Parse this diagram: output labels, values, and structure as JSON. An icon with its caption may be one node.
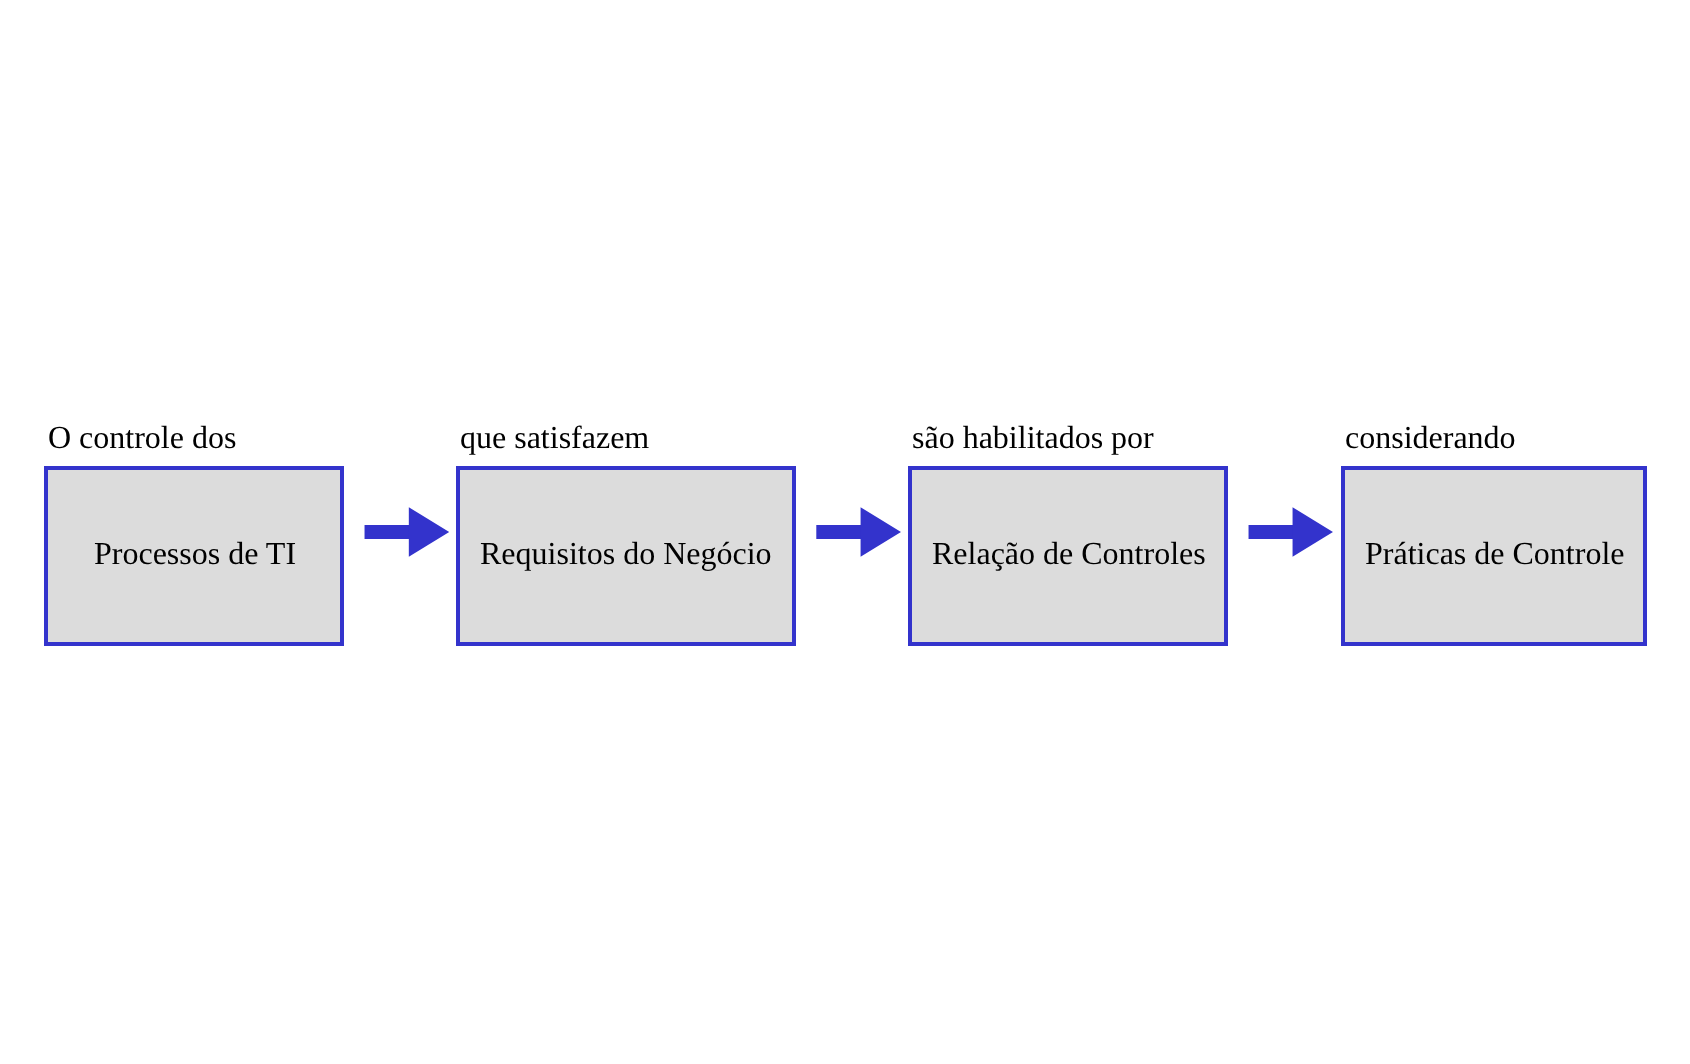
{
  "diagram": {
    "nodes": [
      {
        "text": [
          "O controle dos",
          "Processos de TI"
        ]
      },
      {
        "text": [
          "que satisfazem",
          "Requisitos do Negócio"
        ]
      },
      {
        "text": [
          "são habilitados por",
          "Relação de Controles"
        ]
      },
      {
        "text": [
          "considerando",
          "Práticas de Controle"
        ]
      }
    ],
    "edges": [
      {
        "from": 0,
        "to": 1,
        "arrow": "to"
      },
      {
        "from": 1,
        "to": 2,
        "arrow": "to"
      },
      {
        "from": 2,
        "to": 3,
        "arrow": "to"
      }
    ]
  }
}
